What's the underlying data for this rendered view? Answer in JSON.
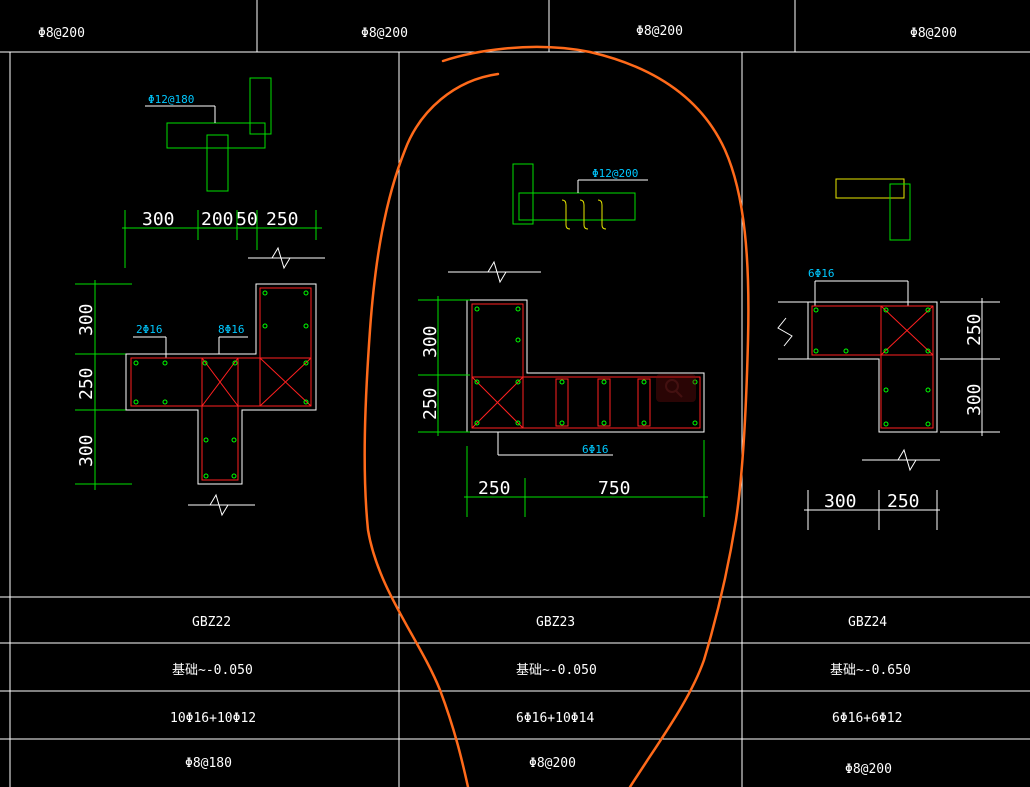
{
  "top_row": [
    "Φ8@200",
    "Φ8@200",
    "Φ8@200",
    "Φ8@200"
  ],
  "gbz22": {
    "top_annot": "Φ12@180",
    "dims_top": [
      "300",
      "200",
      "50",
      "250"
    ],
    "dims_left": [
      "300",
      "250",
      "300"
    ],
    "bar_left": "2Φ16",
    "bar_mid": "8Φ16"
  },
  "gbz23": {
    "top_annot": "Φ12@200",
    "dims_left": [
      "300",
      "250"
    ],
    "bar_bottom": "6Φ16",
    "dims_bottom": [
      "250",
      "750"
    ]
  },
  "gbz24": {
    "bar_top": "6Φ16",
    "dims_right": [
      "250",
      "300"
    ],
    "dims_bottom": [
      "300",
      "250"
    ]
  },
  "table": {
    "names": [
      "GBZ22",
      "GBZ23",
      "GBZ24"
    ],
    "elevations": [
      "基础~-0.050",
      "基础~-0.050",
      "基础~-0.650"
    ],
    "longitudinal": [
      "10Φ16+10Φ12",
      "6Φ16+10Φ14",
      "6Φ16+6Φ12"
    ],
    "stirrups": [
      "Φ8@180",
      "Φ8@200",
      "Φ8@200"
    ]
  },
  "colors": {
    "background": "#000000",
    "frame": "#ffffff",
    "dimension": "#00e000",
    "rebar": "#ff2020",
    "annotation": "#00c8ff",
    "stirrup_detail": "#e8e800",
    "markup": "#ff6a1a"
  }
}
